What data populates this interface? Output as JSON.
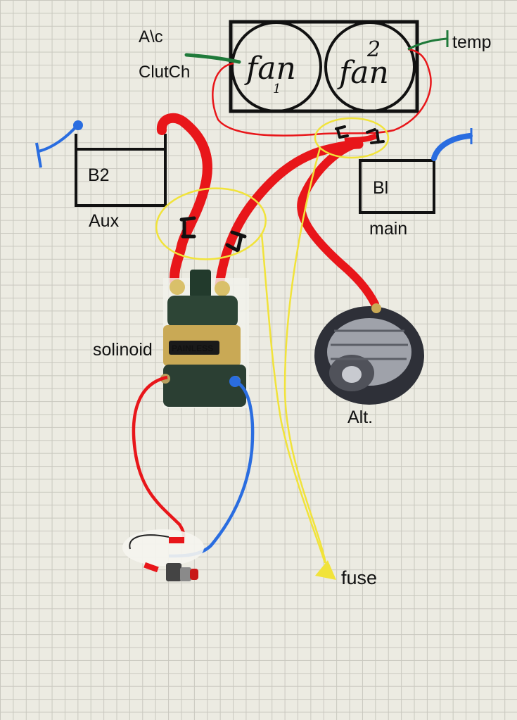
{
  "labels": {
    "ac_clutch_line1": "A\\c",
    "ac_clutch_line2": "ClutCh",
    "temp": "temp",
    "battery_aux": "B2",
    "aux": "Aux",
    "battery_main": "Bl",
    "main": "main",
    "solenoid": "solinoid",
    "alternator": "Alt.",
    "fuse": "fuse",
    "fan1_word": "fan",
    "fan1_num": "1",
    "fan2_word": "fan",
    "fan2_num": "2",
    "solenoid_brand": "PAINLESS"
  },
  "colors": {
    "power_wire": "#e8161a",
    "ground_wire": "#2a6de0",
    "signal_wire": "#f1e33a",
    "sensor_wire": "#1f7a3a",
    "outline": "#111111"
  }
}
